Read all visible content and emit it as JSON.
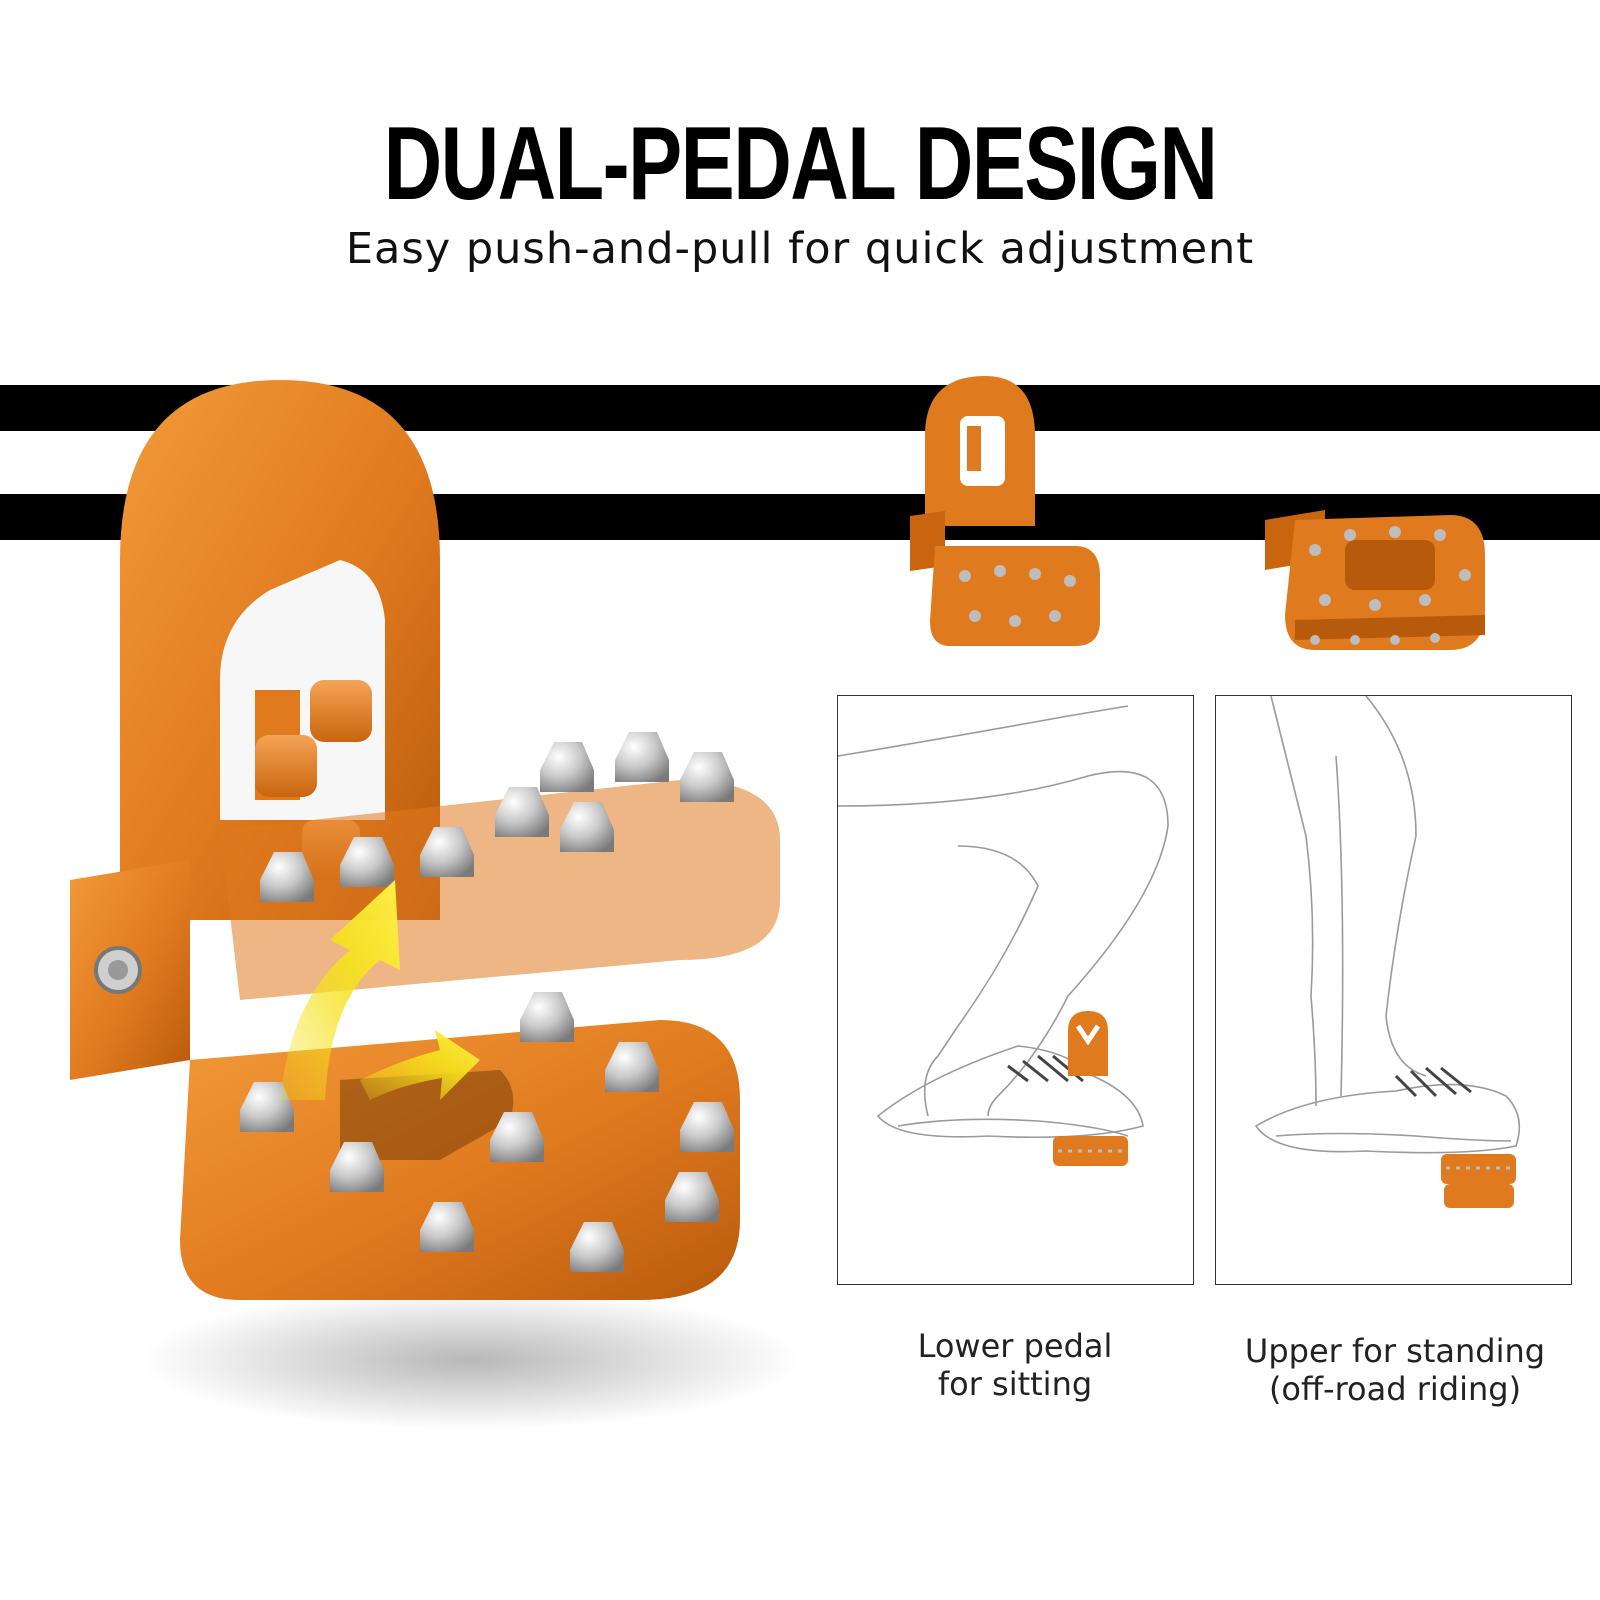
{
  "header": {
    "title": "DUAL-PEDAL DESIGN",
    "subtitle": "Easy push-and-pull for quick adjustment"
  },
  "panels": [
    {
      "caption_line1": "Lower pedal",
      "caption_line2": "for sitting"
    },
    {
      "caption_line1": "Upper for standing",
      "caption_line2": "(off-road riding)"
    }
  ],
  "colors": {
    "accent": "#E07A1F",
    "accent_dark": "#B85A0C",
    "arrow": "#F5E21B",
    "stripe": "#000000"
  },
  "icons": {
    "hero": "dual-pedal-footpeg-image",
    "arrow": "yellow-curved-arrow-icon",
    "thumb_folded": "folded-footpeg-thumbnail",
    "thumb_flat": "flat-footpeg-thumbnail"
  }
}
